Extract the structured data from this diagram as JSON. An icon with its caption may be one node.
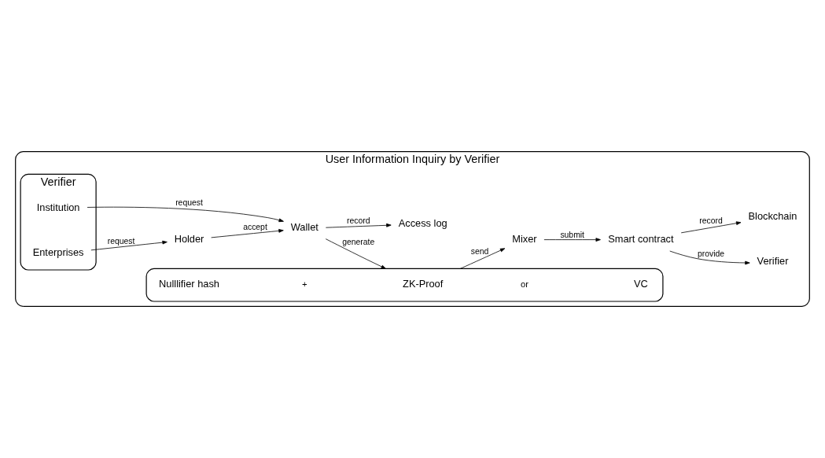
{
  "diagram": {
    "nodes": [
      {
        "text": [
          "User Information Inquiry by Verifier"
        ]
      },
      {
        "text": [
          "Verifier"
        ],
        "in": 0
      },
      {
        "text": [
          "Enterprises"
        ],
        "in": 1
      },
      {
        "text": [
          "Institution"
        ],
        "in": 1
      },
      {
        "text": [
          "Holder"
        ],
        "in": 0
      },
      {
        "text": [
          "Wallet"
        ],
        "in": 0
      },
      {
        "text": [
          "Access log"
        ],
        "in": 0
      },
      {
        "text": [],
        "shape": "box",
        "in": 0
      },
      {
        "text": [
          "Nulllifier hash"
        ],
        "in": 7
      },
      {
        "text": [
          "ZK-Proof"
        ],
        "in": 7
      },
      {
        "text": [
          "VC"
        ],
        "in": 7
      },
      {
        "text": [
          "Verifier"
        ],
        "in": 0
      },
      {
        "text": [
          "Mixer"
        ],
        "in": 0
      },
      {
        "text": [
          "Smart contract"
        ],
        "in": 0
      },
      {
        "text": [
          "Blockchain"
        ],
        "in": 0
      }
    ],
    "edges": [
      {
        "from": 2,
        "to": 4,
        "label": "request",
        "arrow": "to"
      },
      {
        "from": 4,
        "to": 5,
        "label": "accept",
        "arrow": "to"
      },
      {
        "from": 5,
        "to": 6,
        "label": "record",
        "arrow": "to"
      },
      {
        "from": 3,
        "to": 5,
        "label": "request",
        "arrow": "to"
      },
      {
        "from": 5,
        "to": 7,
        "label": "generate",
        "arrow": "to"
      },
      {
        "from": 7,
        "to": 12,
        "label": "send",
        "arrow": "to"
      },
      {
        "from": 12,
        "to": 13,
        "label": "submit",
        "arrow": "to"
      },
      {
        "from": 13,
        "to": 11,
        "label": "provide",
        "arrow": "to"
      },
      {
        "from": 13,
        "to": 14,
        "label": "record",
        "arrow": "to"
      }
    ],
    "labels": [
      "+",
      "or"
    ]
  }
}
